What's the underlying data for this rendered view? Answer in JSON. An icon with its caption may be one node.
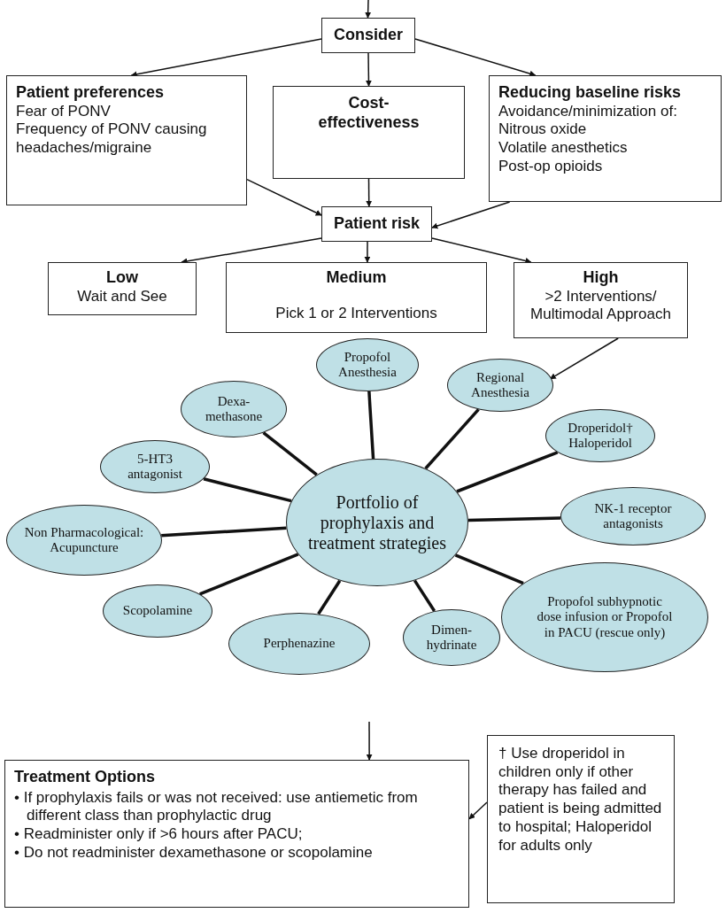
{
  "diagram": {
    "nodes": [
      {
        "text": [
          "Consider"
        ]
      },
      {
        "text": [
          "Patient preferences",
          "Fear of PONV",
          "Frequency of PONV causing headaches/migraine"
        ]
      },
      {
        "text": [
          "Cost-effectiveness"
        ]
      },
      {
        "text": [
          "Reducing baseline risks",
          "Avoidance/minimization of:",
          "Nitrous oxide",
          "Volatile anesthetics",
          "Post-op opioids"
        ]
      },
      {
        "text": [
          "Patient risk"
        ]
      },
      {
        "text": [
          "Low",
          "Wait and See"
        ]
      },
      {
        "text": [
          "Medium",
          "Pick 1 or 2 Interventions"
        ]
      },
      {
        "text": [
          "High",
          ">2 Interventions/ Multimodal Approach"
        ]
      },
      {
        "text": [
          "Portfolio of prophylaxis and treatment strategies"
        ]
      },
      {
        "text": [
          "Propofol Anesthesia"
        ]
      },
      {
        "text": [
          "Regional Anesthesia"
        ]
      },
      {
        "text": [
          "Droperidol† Haloperidol"
        ]
      },
      {
        "text": [
          "NK-1 receptor antagonists"
        ]
      },
      {
        "text": [
          "Propofol subhypnotic dose infusion or Propofol in PACU (rescue only)"
        ]
      },
      {
        "text": [
          "Dimen-hydrinate"
        ]
      },
      {
        "text": [
          "Perphenazine"
        ]
      },
      {
        "text": [
          "Scopolamine"
        ]
      },
      {
        "text": [
          "Non Pharmacological: Acupuncture"
        ]
      },
      {
        "text": [
          "5-HT3 antagonist"
        ]
      },
      {
        "text": [
          "Dexa-methasone"
        ]
      },
      {
        "text": [
          "Treatment Options",
          "• If prophylaxis fails or was not received: use antiemetic from different class than prophylactic drug",
          "• Readminister only if >6 hours after PACU;",
          "• Do not readminister dexamethasone or scopolamine"
        ]
      },
      {
        "text": [
          "† Use droperidol in children only if other therapy has failed and patient is being admitted to hospital; Haloperidol for adults only"
        ]
      }
    ],
    "edges": [
      {
        "from": null,
        "to": 0,
        "arrow": "to"
      },
      {
        "from": 0,
        "to": 1,
        "arrow": "to"
      },
      {
        "from": 0,
        "to": 2,
        "arrow": "to"
      },
      {
        "from": 0,
        "to": 3,
        "arrow": "to"
      },
      {
        "from": 1,
        "to": 4,
        "arrow": "to"
      },
      {
        "from": 2,
        "to": 4,
        "arrow": "to"
      },
      {
        "from": 3,
        "to": 4,
        "arrow": "to"
      },
      {
        "from": 4,
        "to": 5,
        "arrow": "to"
      },
      {
        "from": 4,
        "to": 6,
        "arrow": "to"
      },
      {
        "from": 4,
        "to": 7,
        "arrow": "to"
      },
      {
        "from": 7,
        "to": 10,
        "arrow": "to"
      },
      {
        "from": 8,
        "to": 9,
        "arrow": "none",
        "style": "thick"
      },
      {
        "from": 8,
        "to": 10,
        "arrow": "none",
        "style": "thick"
      },
      {
        "from": 8,
        "to": 11,
        "arrow": "none",
        "style": "thick"
      },
      {
        "from": 8,
        "to": 12,
        "arrow": "none",
        "style": "thick"
      },
      {
        "from": 8,
        "to": 13,
        "arrow": "none",
        "style": "thick"
      },
      {
        "from": 8,
        "to": 14,
        "arrow": "none",
        "style": "thick"
      },
      {
        "from": 8,
        "to": 15,
        "arrow": "none",
        "style": "thick"
      },
      {
        "from": 8,
        "to": 16,
        "arrow": "none",
        "style": "thick"
      },
      {
        "from": 8,
        "to": 17,
        "arrow": "none",
        "style": "thick"
      },
      {
        "from": 8,
        "to": 18,
        "arrow": "none",
        "style": "thick"
      },
      {
        "from": 8,
        "to": 19,
        "arrow": "none",
        "style": "thick"
      },
      {
        "from": null,
        "to": 20,
        "arrow": "to"
      },
      {
        "from": 21,
        "to": 20,
        "arrow": "to"
      }
    ]
  }
}
